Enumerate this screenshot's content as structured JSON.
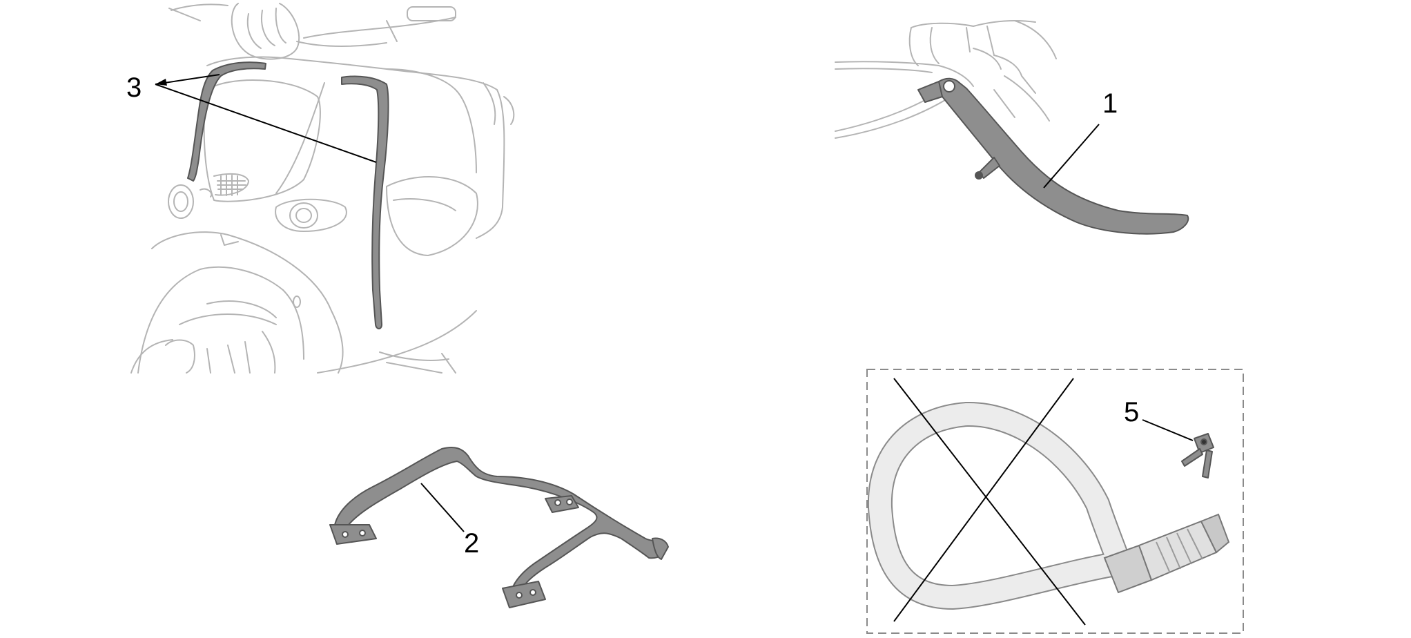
{
  "callouts": {
    "kickstand": "1",
    "rear_rack": "2",
    "front_trim": "3",
    "lock_key": "5"
  },
  "colors": {
    "part_fill": "#8e8e8e",
    "part_dark": "#555555",
    "scooter_line": "#b4b4b4",
    "leader_line": "#000000",
    "cable_fill": "#ececec",
    "cable_line": "#8a8a8a",
    "dashed_box": "#8a8a8a"
  }
}
